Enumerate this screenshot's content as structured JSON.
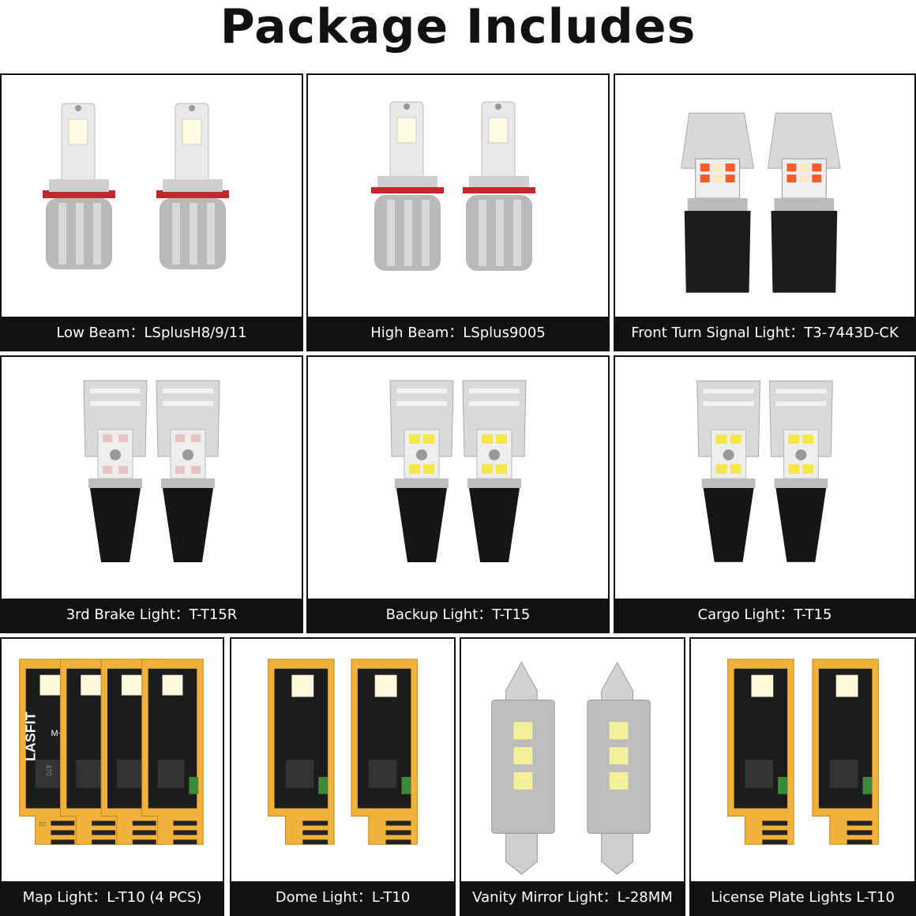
{
  "header": {
    "title": "Package Includes"
  },
  "products": [
    {
      "label": "Low Beam：LSplusH8/9/11",
      "type": "headlight-h11",
      "count": 2
    },
    {
      "label": "High Beam：LSplus9005",
      "type": "headlight-9005",
      "count": 2
    },
    {
      "label": "Front Turn Signal Light：T3-7443D-CK",
      "type": "turn-signal",
      "count": 2
    },
    {
      "label": "3rd Brake Light：T-T15R",
      "type": "t15-red",
      "count": 2
    },
    {
      "label": "Backup Light：T-T15",
      "type": "t15-white",
      "count": 2
    },
    {
      "label": "Cargo Light：T-T15",
      "type": "t15-white",
      "count": 2
    },
    {
      "label": "Map Light：L-T10 (4 PCS)",
      "type": "t10",
      "count": 4
    },
    {
      "label": "Dome Light：L-T10",
      "type": "t10",
      "count": 2
    },
    {
      "label": "Vanity Mirror Light：L-28MM",
      "type": "festoon",
      "count": 2
    },
    {
      "label": "License Plate Lights L-T10",
      "type": "t10",
      "count": 2
    }
  ],
  "pcb_text": {
    "brand": "LASFIT",
    "mark": "M+",
    "chip": "470",
    "resistor": "222"
  }
}
